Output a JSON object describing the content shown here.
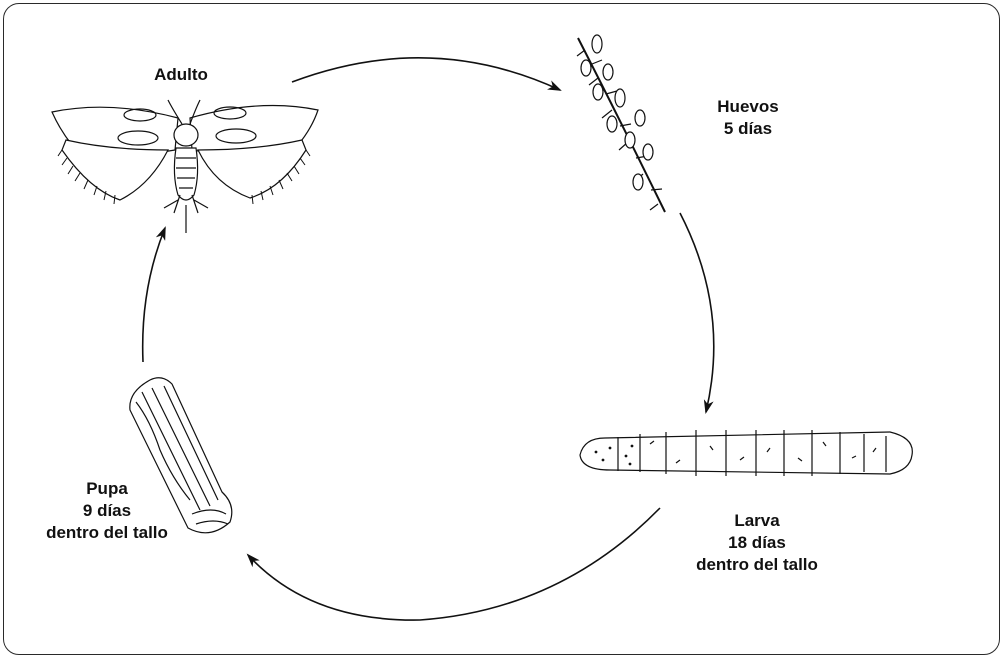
{
  "stages": {
    "adult": {
      "name": "Adulto"
    },
    "eggs": {
      "name": "Huevos",
      "duration": "5 días"
    },
    "larva": {
      "name": "Larva",
      "duration": "18 días",
      "location": "dentro del tallo"
    },
    "pupa": {
      "name": "Pupa",
      "duration": "9 días",
      "location": "dentro del tallo"
    }
  },
  "colors": {
    "ink": "#111111",
    "background": "#ffffff"
  }
}
